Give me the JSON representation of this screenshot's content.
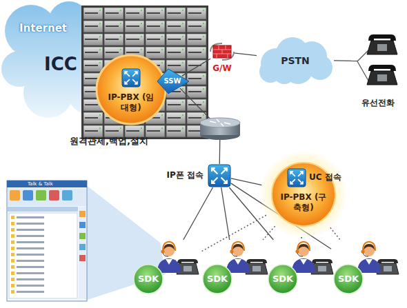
{
  "diagram": {
    "nodes": [
      {
        "text": [
          "Internet",
          "ICC"
        ]
      },
      {
        "text": [
          "IP-PBX (임대형)"
        ],
        "in": 0
      },
      {
        "text": [
          "SSW"
        ]
      },
      {
        "text": [
          "G/W"
        ]
      },
      {
        "text": [
          "PSTN"
        ]
      },
      {
        "text": [
          "유선전화"
        ]
      },
      {
        "text": [
          "IP폰 접속"
        ]
      },
      {
        "text": [
          "UC 접속",
          "IP-PBX (구축형)"
        ]
      },
      {
        "text": [
          "SDK"
        ]
      },
      {
        "text": [
          "SDK"
        ]
      },
      {
        "text": [
          "SDK"
        ]
      },
      {
        "text": [
          "SDK"
        ]
      }
    ],
    "edges": [
      {
        "from": 2,
        "to": 3,
        "arrow": "none"
      },
      {
        "from": 3,
        "to": 4,
        "arrow": "none"
      },
      {
        "from": 4,
        "to": 5,
        "arrow": "none"
      },
      {
        "from": 2,
        "to": 6,
        "arrow": "none"
      },
      {
        "from": 6,
        "to": 7,
        "arrow": "none"
      },
      {
        "from": 6,
        "to": 8,
        "arrow": "none"
      },
      {
        "from": 6,
        "to": 9,
        "arrow": "none"
      },
      {
        "from": 6,
        "to": 10,
        "arrow": "none"
      },
      {
        "from": 6,
        "to": 11,
        "arrow": "none"
      },
      {
        "from": 7,
        "to": 8,
        "arrow": "none"
      },
      {
        "from": 7,
        "to": 9,
        "arrow": "none"
      },
      {
        "from": 7,
        "to": 10,
        "arrow": "none"
      },
      {
        "from": 7,
        "to": 11,
        "arrow": "none"
      }
    ],
    "labels": [
      "원격관제,백업,설치",
      "Talk & Talk"
    ]
  }
}
